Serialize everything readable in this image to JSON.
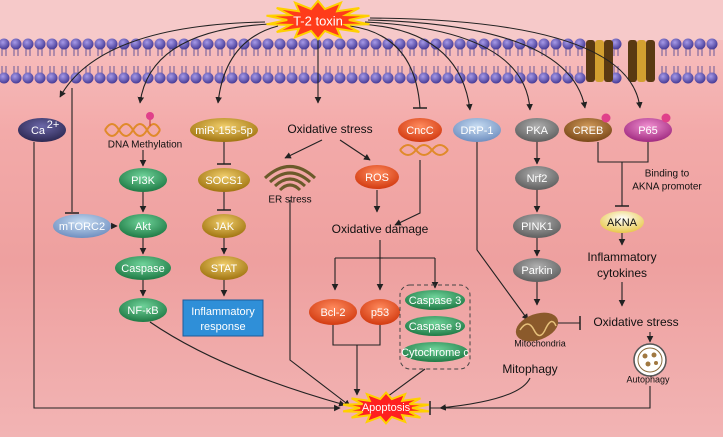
{
  "source": "T-2 toxin",
  "ca": "Ca",
  "ca_sup": "2+",
  "dna_methylation": "DNA Methylation",
  "pi3k": "PI3K",
  "mtorc2": "mTORC2",
  "akt": "Akt",
  "caspase": "Caspase",
  "nfkb": "NF-κB",
  "mir": "miR-155-5p",
  "socs1": "SOCS1",
  "jak": "JAK",
  "stat": "STAT",
  "inflammatory_response_1": "Inflammatory",
  "inflammatory_response_2": "response",
  "oxidative_stress_top": "Oxidative stress",
  "er_stress": "ER stress",
  "ros": "ROS",
  "oxidative_damage": "Oxidative  damage",
  "bcl2": "Bcl-2",
  "p53": "p53",
  "caspase3": "Caspase 3",
  "caspase9": "Caspase 9",
  "cytochrome": "Cytochrome c",
  "cncc": "CncC",
  "drp1": "DRP-1",
  "pka": "PKA",
  "nrf2": "Nrf2",
  "pink1": "PINK1",
  "parkin": "Parkin",
  "mitochondria": "Mitochondria",
  "mitophagy": "Mitophagy",
  "creb": "CREB",
  "p65": "P65",
  "binding_1": "Binding to",
  "binding_2": "AKNA promoter",
  "akna": "AKNA",
  "cytokines_1": "Inflammatory",
  "cytokines_2": "cytokines",
  "oxidative_stress_right": "Oxidative stress",
  "autophagy": "Autophagy",
  "apoptosis": "Apoptosis",
  "colors": {
    "background_top": "#f8c6c6",
    "membrane_head": "#5b4fa8",
    "dark_purple_node": "#3f3a6e",
    "green_node": "#2e8b57",
    "gold_node": "#b8860b",
    "red_node": "#e8491d",
    "gray_node": "#7a7a7a",
    "creb_node": "#8b5a2b",
    "p65_node": "#b03a8a",
    "apoptosis_burst": "#ff2020",
    "toxin_burst": "#ff3b1a",
    "inflammatory_box": "#2f8fd8"
  }
}
